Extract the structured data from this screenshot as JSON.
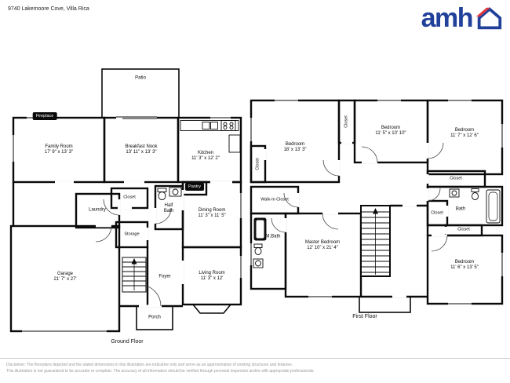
{
  "header": {
    "address": "9740 Lakemoore Cove, Villa Rica",
    "logo_text": "amh",
    "logo_blue": "#20409a",
    "logo_red": "#e23a3a"
  },
  "ground_floor": {
    "title": "Ground Floor",
    "rooms": {
      "patio": {
        "name": "Patio"
      },
      "fireplace": {
        "name": "Fireplace"
      },
      "family_room": {
        "name": "Family Room",
        "dims": "17' 9\" x 13' 3\""
      },
      "breakfast_nook": {
        "name": "Breakfast Nook",
        "dims": "13' 11\" x 13' 3\""
      },
      "kitchen": {
        "name": "Kitchen",
        "dims": "11' 3\" x 12' 2\""
      },
      "pantry": {
        "name": "Pantry"
      },
      "laundry": {
        "name": "Laundry"
      },
      "closet": {
        "name": "Closet"
      },
      "half_bath": {
        "name": "Half Bath"
      },
      "dining_room": {
        "name": "Dining Room",
        "dims": "11' 3\" x 11' 5\""
      },
      "storage": {
        "name": "Storage"
      },
      "garage": {
        "name": "Garage",
        "dims": "21' 7\" x 27'"
      },
      "foyer": {
        "name": "Foyer"
      },
      "living_room": {
        "name": "Living Room",
        "dims": "11' 3\" x 12'"
      },
      "porch": {
        "name": "Porch"
      }
    }
  },
  "first_floor": {
    "title": "First Floor",
    "rooms": {
      "bedroom_1": {
        "name": "Bedroom",
        "dims": "18' x 13' 3\""
      },
      "closet_top": {
        "name": "Closet"
      },
      "bedroom_2": {
        "name": "Bedroom",
        "dims": "11' 5\" x 10' 10\""
      },
      "bedroom_3": {
        "name": "Bedroom",
        "dims": "11' 7\" x 12' 6\""
      },
      "closet_left": {
        "name": "Closet"
      },
      "walk_in_closet": {
        "name": "Walk-In Closet"
      },
      "m_bath": {
        "name": "M.Bath"
      },
      "master_bedroom": {
        "name": "Master Bedroom",
        "dims": "12' 10\" x 21' 4\""
      },
      "closet_hall": {
        "name": "Closet"
      },
      "bath": {
        "name": "Bath"
      },
      "closet_bath": {
        "name": "Closet"
      },
      "closet_bedroom4": {
        "name": "Closet"
      },
      "bedroom_4": {
        "name": "Bedroom",
        "dims": "11' 6\" x 13' 5\""
      }
    }
  },
  "footer": {
    "disclaimer_line1": "Disclaimer: The floorplans depicted and the stated dimensions in this illustration are indicative only and serve as an approximation of existing structures and features.",
    "disclaimer_line2": "This illustration is not guaranteed to be accurate or complete. The accuracy of all information should be verified through personal inspection and/or with appropriate professionals."
  }
}
